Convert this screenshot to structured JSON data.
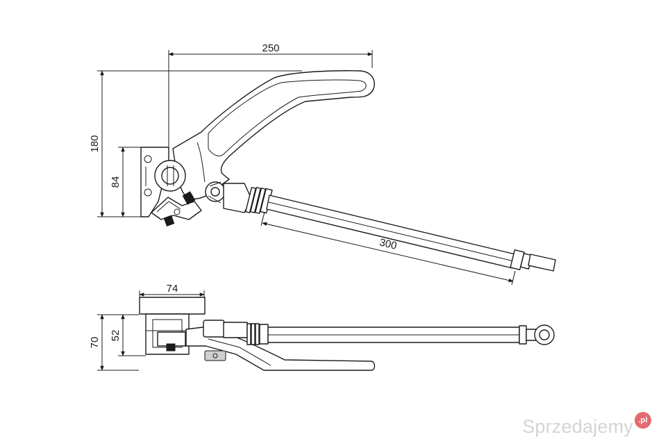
{
  "dimensions": {
    "top_view": {
      "width": "250",
      "height": "180",
      "mount_height": "84",
      "rod_length": "300"
    },
    "side_view": {
      "width": "74",
      "height": "70",
      "mount_height": "52"
    }
  },
  "watermark": {
    "text": "Sprzedajemy",
    "badge": ".pl"
  },
  "colors": {
    "line": "#1a1a1a",
    "background": "#ffffff",
    "watermark_text": "#d4d4d4",
    "watermark_badge": "#e36a6f"
  }
}
